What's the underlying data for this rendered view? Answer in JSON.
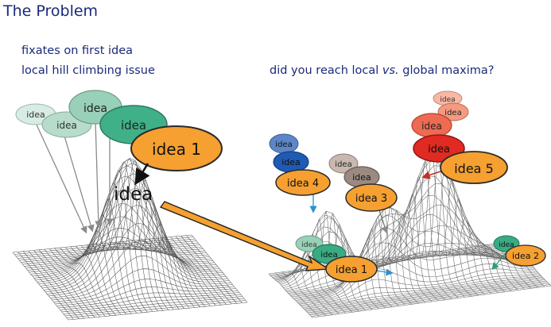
{
  "title": "The Problem",
  "captions": {
    "left_line1": "fixates on first idea",
    "left_line2": "local hill climbing issue",
    "right_before": "did you reach local ",
    "right_italic": "vs.",
    "right_after": " global maxima?"
  },
  "left_bubbles": {
    "b1": "idea",
    "b2": "idea",
    "b3": "idea",
    "b4": "idea",
    "b5": "idea 1"
  },
  "left_result": "idea",
  "right_bubbles": {
    "blue_small": "idea",
    "blue_mid": "idea",
    "idea4": "idea 4",
    "brown_small": "idea",
    "brown_mid": "idea",
    "idea3": "idea 3",
    "red_tiny": "idea",
    "red_small": "idea",
    "red_mid": "idea",
    "red_big": "idea",
    "idea5": "idea 5",
    "green_hill_a": "idea",
    "green_hill_b": "idea",
    "idea1": "idea 1",
    "green_right": "idea",
    "idea2": "idea 2"
  },
  "colors": {
    "title_text": "#1a2a7a",
    "orange": "#f5a030",
    "green": "#3aaa82",
    "red": "#e03028",
    "blue": "#2a64c0",
    "brown": "#a89488"
  }
}
